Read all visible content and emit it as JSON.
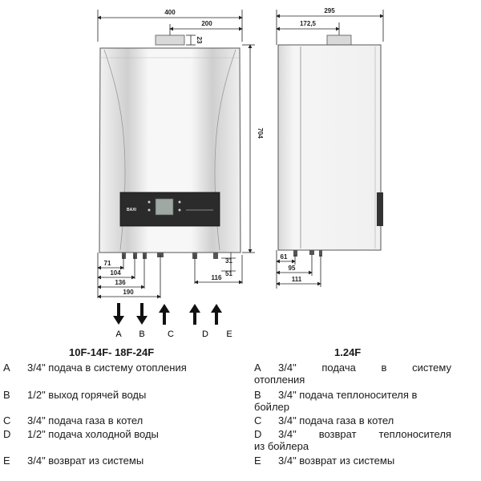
{
  "dimensions": {
    "front_width": "400",
    "front_half": "200",
    "flue_height": "23",
    "height": "704",
    "side_depth": "295",
    "side_flue": "172,5",
    "f71": "71",
    "f104": "104",
    "f136": "136",
    "f190": "190",
    "f116": "116",
    "f31": "31",
    "f51": "51",
    "s61": "61",
    "s95": "95",
    "s111": "111"
  },
  "arrows": [
    {
      "letter": "A",
      "direction": "down"
    },
    {
      "letter": "B",
      "direction": "down"
    },
    {
      "letter": "C",
      "direction": "up"
    },
    {
      "letter": "D",
      "direction": "up"
    },
    {
      "letter": "E",
      "direction": "up"
    }
  ],
  "panel_brand": "BAXI",
  "left_column": {
    "title": "10F-14F- 18F-24F",
    "items": [
      {
        "letter": "A",
        "text": "3/4\" подача в систему отопления"
      },
      {
        "letter": "B",
        "text": "1/2\" выход горячей воды"
      },
      {
        "letter": "C",
        "text": "3/4\" подача газа в котел"
      },
      {
        "letter": "D",
        "text": "1/2\" подача холодной воды"
      },
      {
        "letter": "E",
        "text": "3/4\" возврат из системы"
      }
    ]
  },
  "right_column": {
    "title": "1.24F",
    "items": [
      {
        "letter": "A",
        "words": [
          "3/4\"",
          "подача",
          "в",
          "систему"
        ],
        "line2": "отопления"
      },
      {
        "letter": "B",
        "text": "3/4\" подача теплоносителя в",
        "line2": "бойлер"
      },
      {
        "letter": "C",
        "text": "3/4\" подача газа в котел"
      },
      {
        "letter": "D",
        "words": [
          "3/4\"",
          "возврат",
          "теплоносителя"
        ],
        "line2": "из бойлера"
      },
      {
        "letter": "E",
        "text": "3/4\" возврат из системы"
      }
    ]
  },
  "colors": {
    "boiler_body": "#e9e9e9",
    "panel": "#2b2b2b",
    "outline": "#555555"
  }
}
